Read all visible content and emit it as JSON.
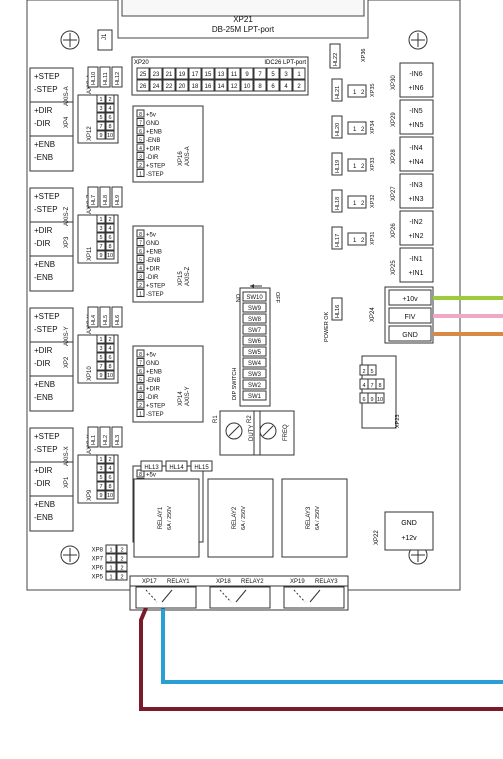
{
  "header": {
    "connector": "XP21",
    "subtitle": "DB-25M  LPT-port"
  },
  "xp20": {
    "label": "XP20",
    "idc_label": "IDC26  LPT-port",
    "row_top": [
      "25",
      "23",
      "21",
      "19",
      "17",
      "15",
      "13",
      "11",
      "9",
      "7",
      "5",
      "3",
      "1"
    ],
    "row_bottom": [
      "26",
      "24",
      "22",
      "20",
      "18",
      "16",
      "14",
      "12",
      "10",
      "8",
      "6",
      "4",
      "2"
    ]
  },
  "top_small": {
    "j1": "J1",
    "hl22": "HL22",
    "xp36": "XP36"
  },
  "axes": [
    {
      "id": "a",
      "name": "AXIS-A",
      "xp_side": "XP4",
      "xp_pins": "XP12",
      "terminals": [
        "+STEP",
        "-STEP",
        "+DIR",
        "-DIR",
        "+ENB",
        "-ENB"
      ],
      "hl": [
        "HL10",
        "HL11",
        "HL12"
      ],
      "module": "XP16\nAXIS-A"
    },
    {
      "id": "z",
      "name": "AXIS-Z",
      "xp_side": "XP3",
      "xp_pins": "XP11",
      "terminals": [
        "+STEP",
        "-STEP",
        "+DIR",
        "-DIR",
        "+ENB",
        "-ENB"
      ],
      "hl": [
        "HL7",
        "HL8",
        "HL9"
      ],
      "module": "XP15\nAXIS-Z"
    },
    {
      "id": "y",
      "name": "AXIS-Y",
      "xp_side": "XP2",
      "xp_pins": "XP10",
      "terminals": [
        "+STEP",
        "-STEP",
        "+DIR",
        "-DIR",
        "+ENB",
        "-ENB"
      ],
      "hl": [
        "HL4",
        "HL5",
        "HL6"
      ],
      "module": "XP14\nAXIS-Y"
    },
    {
      "id": "x",
      "name": "AXIS-X",
      "xp_side": "XP1",
      "xp_pins": "XP9",
      "terminals": [
        "+STEP",
        "-STEP",
        "+DIR",
        "-DIR",
        "+ENB",
        "-ENB"
      ],
      "hl": [
        "HL1",
        "HL2",
        "HL3"
      ],
      "module": "XP13\nAXIS-X"
    }
  ],
  "pin_grid": {
    "rows": [
      [
        "7",
        "5",
        "3",
        "1"
      ],
      [
        "9",
        "7",
        "5",
        "3",
        "1"
      ],
      [
        "10",
        "8",
        "6",
        "4",
        "2"
      ]
    ]
  },
  "module_pins": [
    "+5v",
    "GND",
    "+ENB",
    "-ENB",
    "+DIR",
    "-DIR",
    "+STEP",
    "-STEP"
  ],
  "module_pin_numbers": [
    "8",
    "7",
    "6",
    "5",
    "4",
    "3",
    "2",
    "1"
  ],
  "inputs": [
    {
      "xp": "XP30",
      "hl": "HL21",
      "side_xp": "XP35",
      "labels": [
        "-IN6",
        "+IN6"
      ]
    },
    {
      "xp": "XP29",
      "hl": "HL20",
      "side_xp": "XP34",
      "labels": [
        "-IN5",
        "+IN5"
      ]
    },
    {
      "xp": "XP28",
      "hl": "HL19",
      "side_xp": "XP33",
      "labels": [
        "-IN4",
        "+IN4"
      ]
    },
    {
      "xp": "XP27",
      "hl": "HL18",
      "side_xp": "XP32",
      "labels": [
        "-IN3",
        "+IN3"
      ]
    },
    {
      "xp": "XP26",
      "hl": "HL17",
      "side_xp": "XP31",
      "labels": [
        "-IN2",
        "+IN2"
      ]
    },
    {
      "xp": "XP25",
      "hl": "",
      "side_xp": "",
      "labels": [
        "-IN1",
        "+IN1"
      ]
    }
  ],
  "xp24": {
    "label": "XP24",
    "pins": [
      "+10v",
      "FIV",
      "GND"
    ]
  },
  "power_ok": {
    "text": "POWER OK",
    "hl": "HL16"
  },
  "dip_switch": {
    "label": "DIP SWITCH",
    "on": "ON",
    "off": "OFF",
    "switches": [
      "SW10",
      "SW9",
      "SW8",
      "SW7",
      "SW6",
      "SW5",
      "SW4",
      "SW3",
      "SW2",
      "SW1"
    ]
  },
  "pots": [
    {
      "name": "R1",
      "label": "DUTY"
    },
    {
      "name": "R2",
      "label": "FREQ"
    }
  ],
  "xp23": {
    "label": "XP23",
    "rows": [
      [
        "8",
        "10"
      ],
      [
        "5",
        "7",
        "9"
      ],
      [
        "2",
        "4",
        "6"
      ]
    ]
  },
  "leds_mid": [
    "HL13",
    "HL14",
    "HL15"
  ],
  "relays": [
    {
      "name": "RELAY1",
      "rating": "6A / 250V",
      "xp": "XP17",
      "xp_label": "RELAY1"
    },
    {
      "name": "RELAY2",
      "rating": "6A / 250V",
      "xp": "XP18",
      "xp_label": "RELAY2"
    },
    {
      "name": "RELAY3",
      "rating": "6A / 250V",
      "xp": "XP19",
      "xp_label": "RELAY3"
    }
  ],
  "xp22": {
    "label": "XP22",
    "pins": [
      "GND",
      "+12v"
    ]
  },
  "small_xps": [
    {
      "label": "XP8",
      "pins": [
        "1",
        "2"
      ]
    },
    {
      "label": "XP7",
      "pins": [
        "1",
        "2"
      ]
    },
    {
      "label": "XP6",
      "pins": [
        "1",
        "2"
      ]
    },
    {
      "label": "XP5",
      "pins": [
        "1",
        "2"
      ]
    }
  ],
  "wire_colors": {
    "green": "#9ccc3c",
    "pink": "#f0a8c8",
    "orange": "#d88a44",
    "blue": "#2a9fd6",
    "maroon": "#7a1a2a"
  }
}
